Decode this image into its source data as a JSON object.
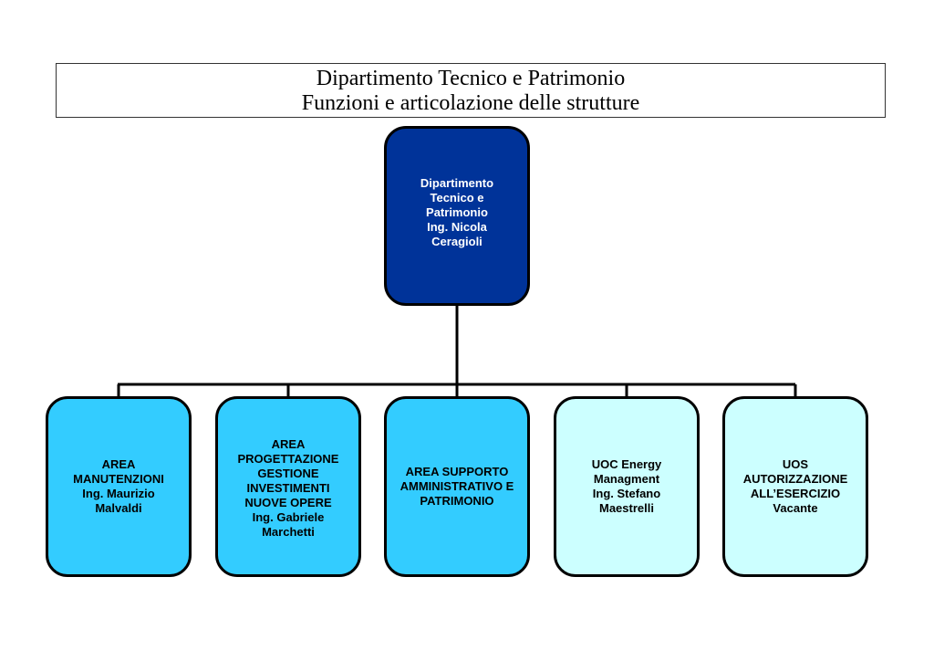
{
  "title": {
    "line1": "Dipartimento Tecnico e Patrimonio",
    "line2": "Funzioni e articolazione delle strutture"
  },
  "root": {
    "lines": [
      "Dipartimento",
      "Tecnico e",
      "Patrimonio",
      "Ing. Nicola",
      "Ceragioli"
    ],
    "color": "#003399"
  },
  "children": [
    {
      "lines": [
        "AREA",
        "MANUTENZIONI",
        "Ing. Maurizio",
        "Malvaldi"
      ],
      "color": "#33ccff"
    },
    {
      "lines": [
        "AREA",
        "PROGETTAZIONE",
        "GESTIONE",
        "INVESTIMENTI",
        "NUOVE OPERE",
        "Ing. Gabriele",
        "Marchetti"
      ],
      "color": "#33ccff"
    },
    {
      "lines": [
        "AREA SUPPORTO",
        "AMMINISTRATIVO E",
        "PATRIMONIO"
      ],
      "color": "#33ccff"
    },
    {
      "lines": [
        "UOC Energy",
        "Managment",
        "Ing. Stefano",
        "Maestrelli"
      ],
      "color": "#ccffff"
    },
    {
      "lines": [
        "UOS",
        "AUTORIZZAZIONE",
        "ALL’ESERCIZIO",
        "Vacante"
      ],
      "color": "#ccffff"
    }
  ]
}
